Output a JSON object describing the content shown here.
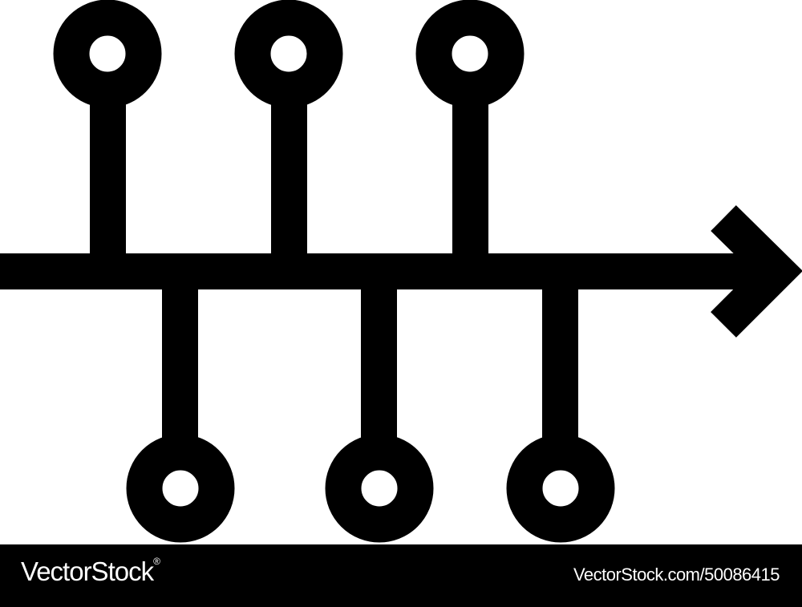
{
  "icon": {
    "name": "timeline-icon",
    "fill_color": "#000000",
    "background_color": "#ffffff",
    "top_nodes": 3,
    "bottom_nodes": 3
  },
  "footer": {
    "background_color": "#000000",
    "text_color": "#ffffff",
    "brand": "VectorStock",
    "brand_suffix": "®",
    "image_id": "VectorStock.com/50086415"
  }
}
